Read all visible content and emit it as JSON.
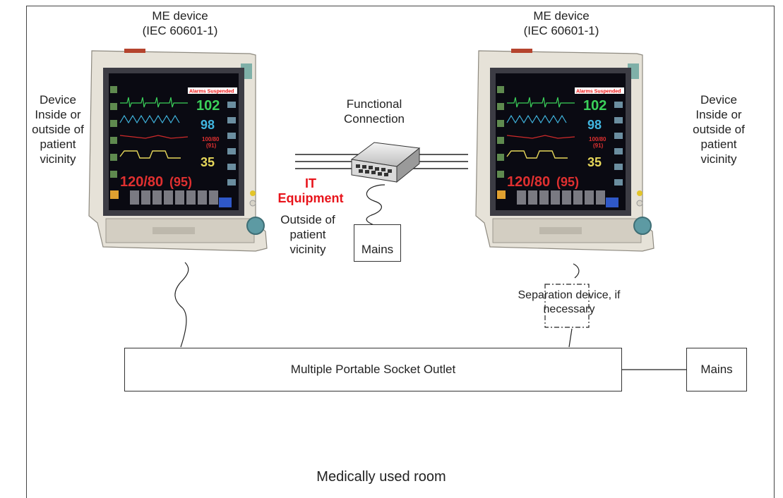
{
  "left_device": {
    "title_line1": "ME  device",
    "title_line2": "(IEC 60601-1)",
    "location": [
      "Device",
      "Inside or",
      "outside of",
      "patient",
      "vicinity"
    ]
  },
  "right_device": {
    "title_line1": "ME  device",
    "title_line2": "(IEC 60601-1)",
    "location": [
      "Device",
      "Inside or",
      "outside of",
      "patient",
      "vicinity"
    ]
  },
  "monitor_screen": {
    "banner": "Alarms Suspended",
    "hr": "102",
    "spo2": "98",
    "nbp_small": "100/80",
    "nbp_mean_small": "(91)",
    "temp": "35",
    "nbp_big": "120/80",
    "nbp_big_mean": "(95)"
  },
  "functional_connection": [
    "Functional",
    "Connection"
  ],
  "it_equipment": {
    "title": [
      "IT",
      "Equipment"
    ],
    "location": [
      "Outside of",
      "patient",
      "vicinity"
    ],
    "title_color": "#e8141b"
  },
  "mains_it": "Mains",
  "separation_device": [
    "Separation device, if",
    "necessary"
  ],
  "socket_outlet": "Multiple Portable Socket Outlet",
  "mains_outlet": "Mains",
  "room_label": "Medically used room"
}
